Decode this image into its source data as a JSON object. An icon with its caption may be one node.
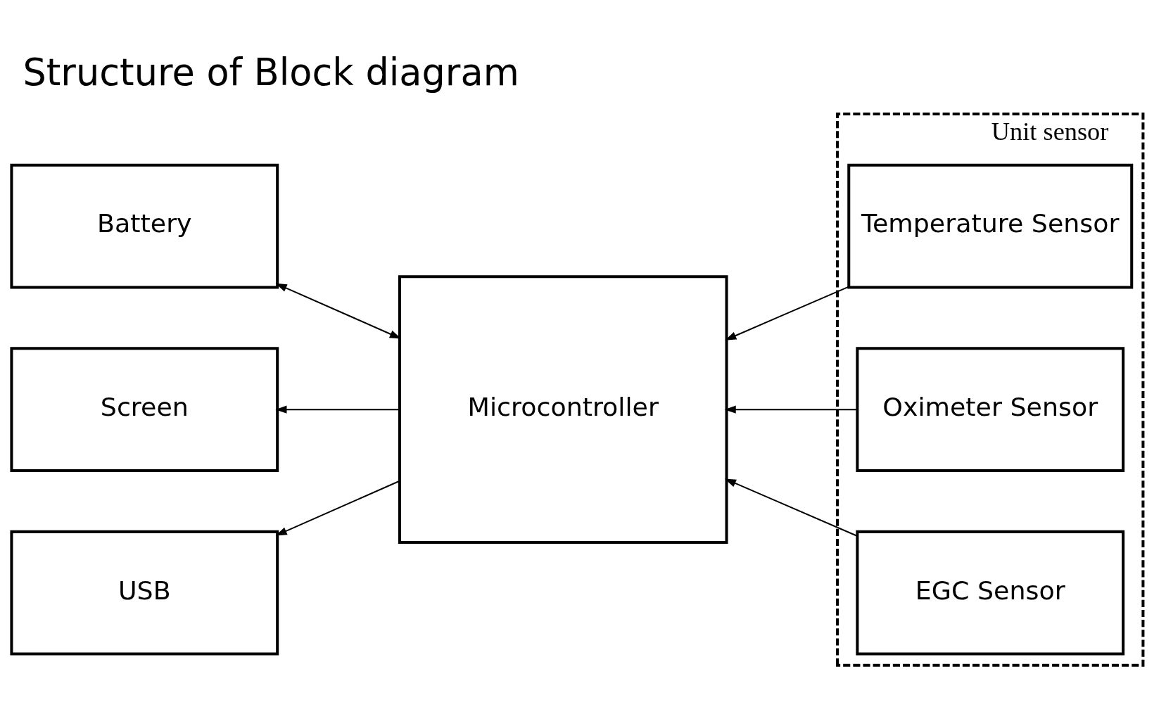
{
  "diagram": {
    "title": "Structure of Block diagram",
    "nodes": [
      {
        "text": [
          "Unit sensor"
        ]
      },
      {
        "text": [
          "Temperature Sensor"
        ],
        "in": 0
      },
      {
        "text": [
          "Oximeter Sensor"
        ],
        "in": 0
      },
      {
        "text": [
          "EGC Sensor"
        ],
        "in": 0
      },
      {
        "text": [
          "Microcontroller"
        ]
      },
      {
        "text": [
          "Battery"
        ]
      },
      {
        "text": [
          "Screen"
        ]
      },
      {
        "text": [
          "USB"
        ]
      }
    ],
    "edges": [
      {
        "from": 1,
        "to": 4,
        "arrow": "to"
      },
      {
        "from": 2,
        "to": 4,
        "arrow": "to"
      },
      {
        "from": 3,
        "to": 4,
        "arrow": "to"
      },
      {
        "from": 4,
        "to": 5,
        "arrow": "both"
      },
      {
        "from": 4,
        "to": 6,
        "arrow": "to"
      },
      {
        "from": 4,
        "to": 7,
        "arrow": "to"
      }
    ]
  }
}
